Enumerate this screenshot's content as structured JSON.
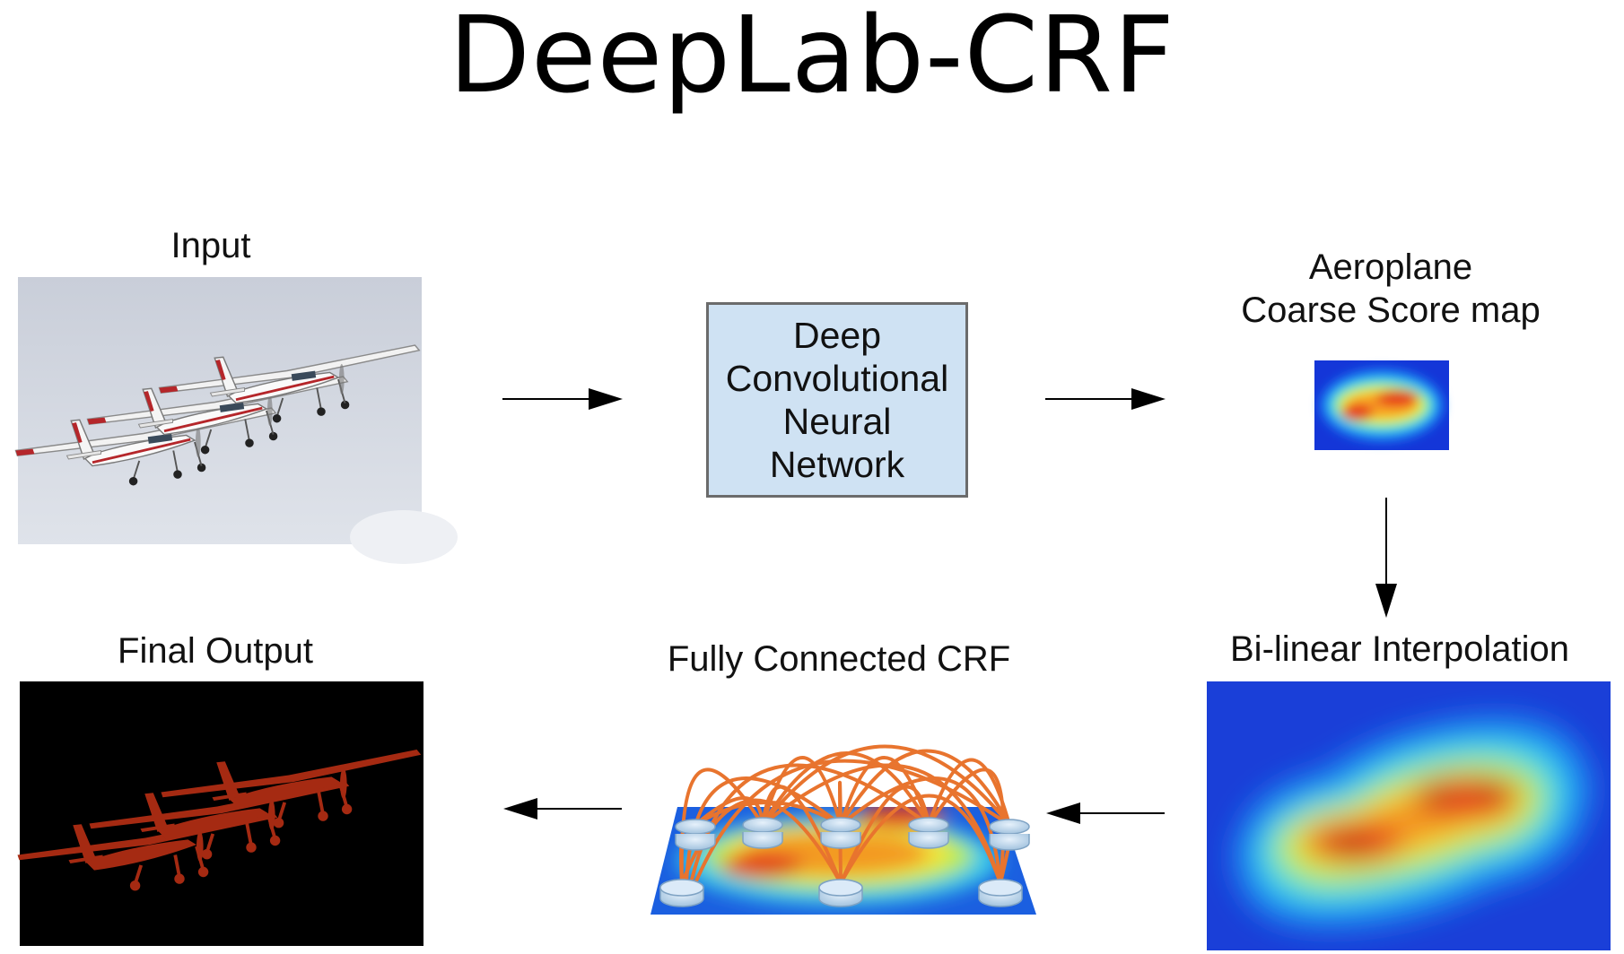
{
  "title": "DeepLab-CRF",
  "input": {
    "label": "Input"
  },
  "dcnn": {
    "lines": [
      "Deep",
      "Convolutional",
      "Neural",
      "Network"
    ]
  },
  "coarse": {
    "line1": "Aeroplane",
    "line2": "Coarse Score map"
  },
  "bilinear": {
    "label": "Bi-linear Interpolation"
  },
  "crf": {
    "label": "Fully Connected CRF"
  },
  "output": {
    "label": "Final Output"
  },
  "colors": {
    "box_fill": "#cfe2f3",
    "box_border": "#6b6b6b",
    "arrow": "#000000",
    "crf_edges": "#e8742e",
    "mask": "#a52a12",
    "output_bg": "#000000"
  }
}
